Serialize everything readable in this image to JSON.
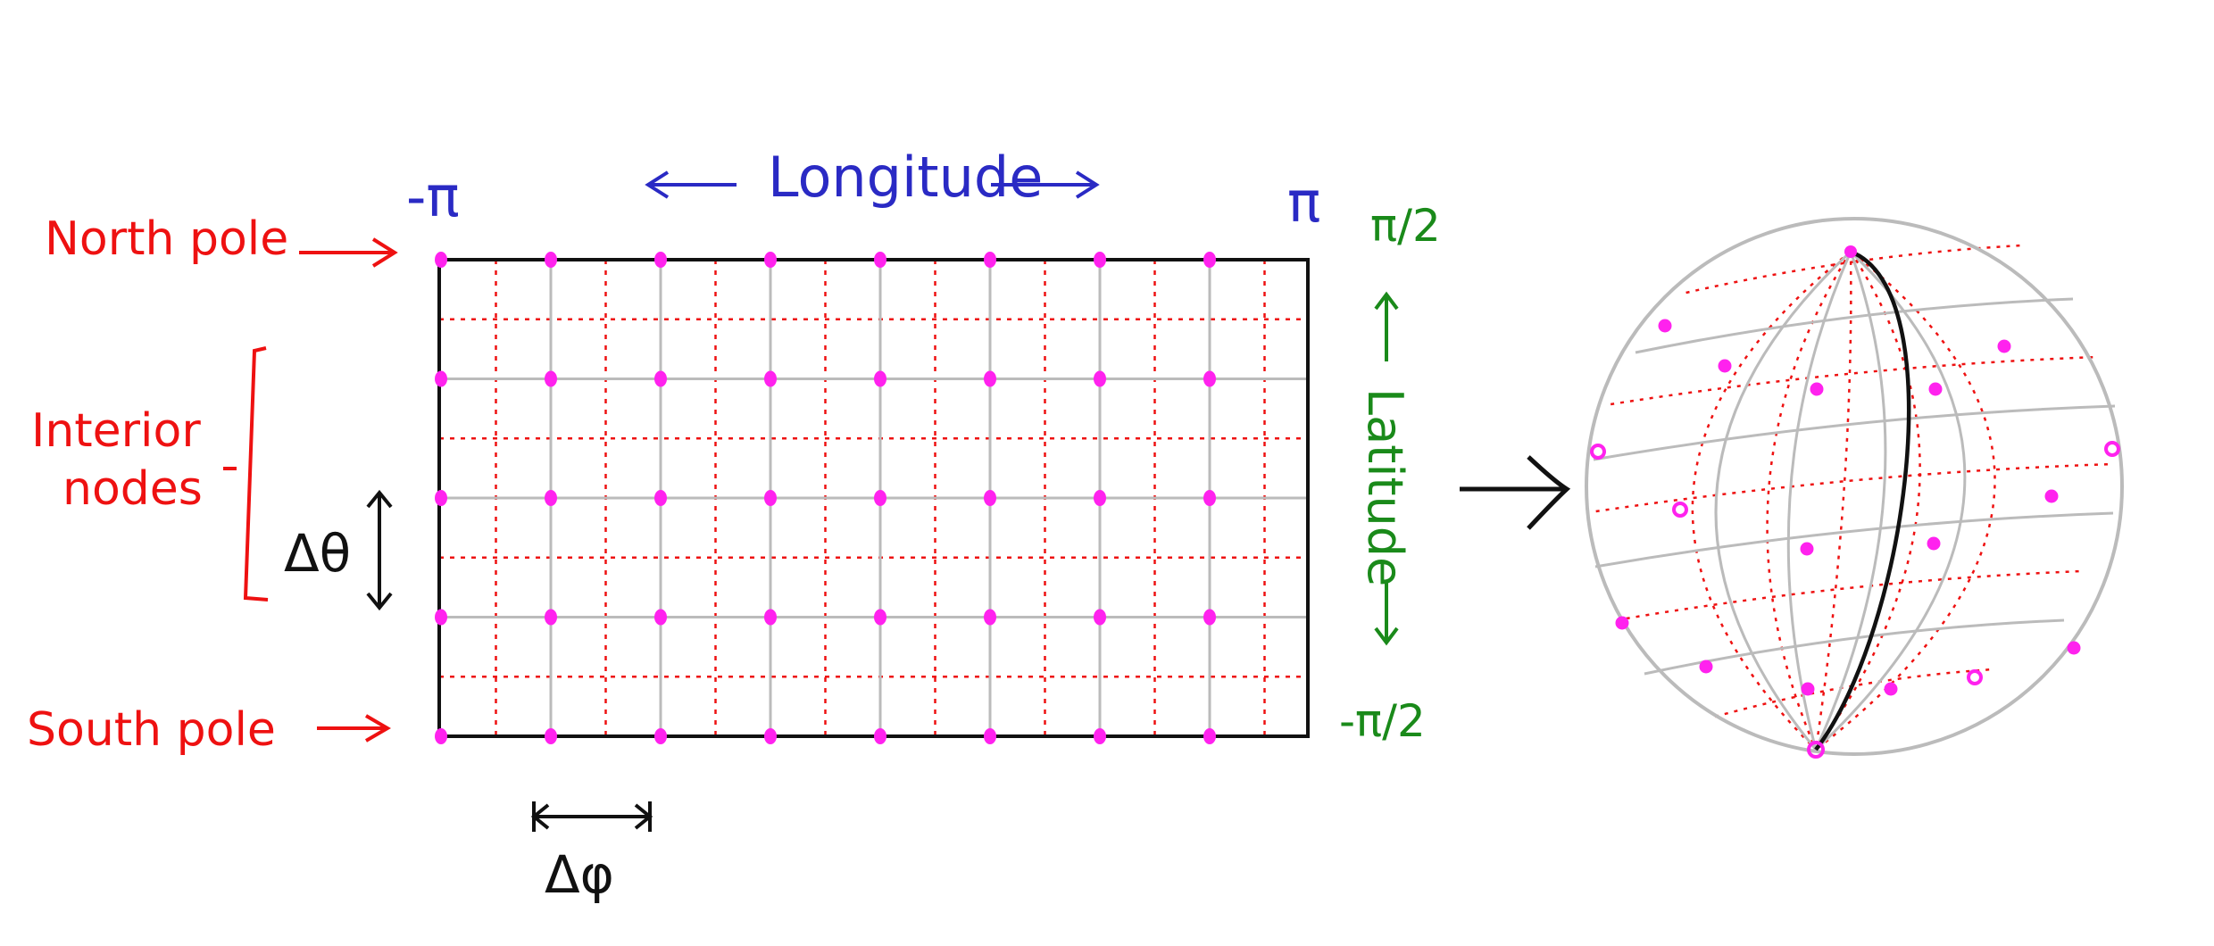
{
  "labels": {
    "north_pole": "North pole",
    "interior_nodes_1": "Interior",
    "interior_nodes_2": "nodes",
    "south_pole": "South pole",
    "longitude": "Longitude",
    "latitude": "Latitude",
    "minus_pi": "-π",
    "pi": "π",
    "pi_half": "π/2",
    "minus_pi_half": "-π/2",
    "delta_theta": "Δθ",
    "delta_phi": "Δφ"
  },
  "colors": {
    "annotation": "#ee1111",
    "longitude": "#2a2ac4",
    "latitude": "#1a8a1a",
    "node": "#ff22ee",
    "grid_line": "#bbbbbb",
    "staggered_grid": "#ee1111",
    "frame": "#111111"
  },
  "grid": {
    "node_columns": 8,
    "node_rows": 5,
    "staggered_grid": "dotted"
  }
}
